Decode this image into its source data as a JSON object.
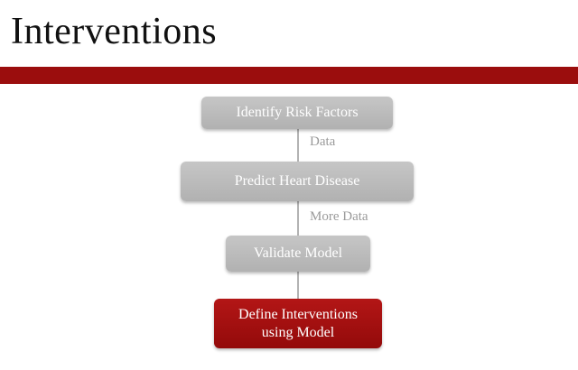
{
  "slide": {
    "title": "Interventions",
    "accent_color": "#9b0d0d"
  },
  "flow": {
    "nodes": [
      {
        "id": "identify-risk-factors",
        "label": "Identify Risk Factors",
        "style": "gray"
      },
      {
        "id": "predict-heart-disease",
        "label": "Predict Heart Disease",
        "style": "gray"
      },
      {
        "id": "validate-model",
        "label": "Validate Model",
        "style": "gray"
      },
      {
        "id": "define-interventions",
        "label": "Define Interventions using Model",
        "style": "highlight"
      }
    ],
    "edges": [
      {
        "from": "identify-risk-factors",
        "to": "predict-heart-disease",
        "label": "Data"
      },
      {
        "from": "predict-heart-disease",
        "to": "validate-model",
        "label": "More Data"
      },
      {
        "from": "validate-model",
        "to": "define-interventions",
        "label": ""
      }
    ],
    "colors": {
      "node_gray": "#bdbdbd",
      "node_highlight": "#a30f0f",
      "connector": "#b3b3b3",
      "edge_label": "#9a9a9a"
    }
  }
}
